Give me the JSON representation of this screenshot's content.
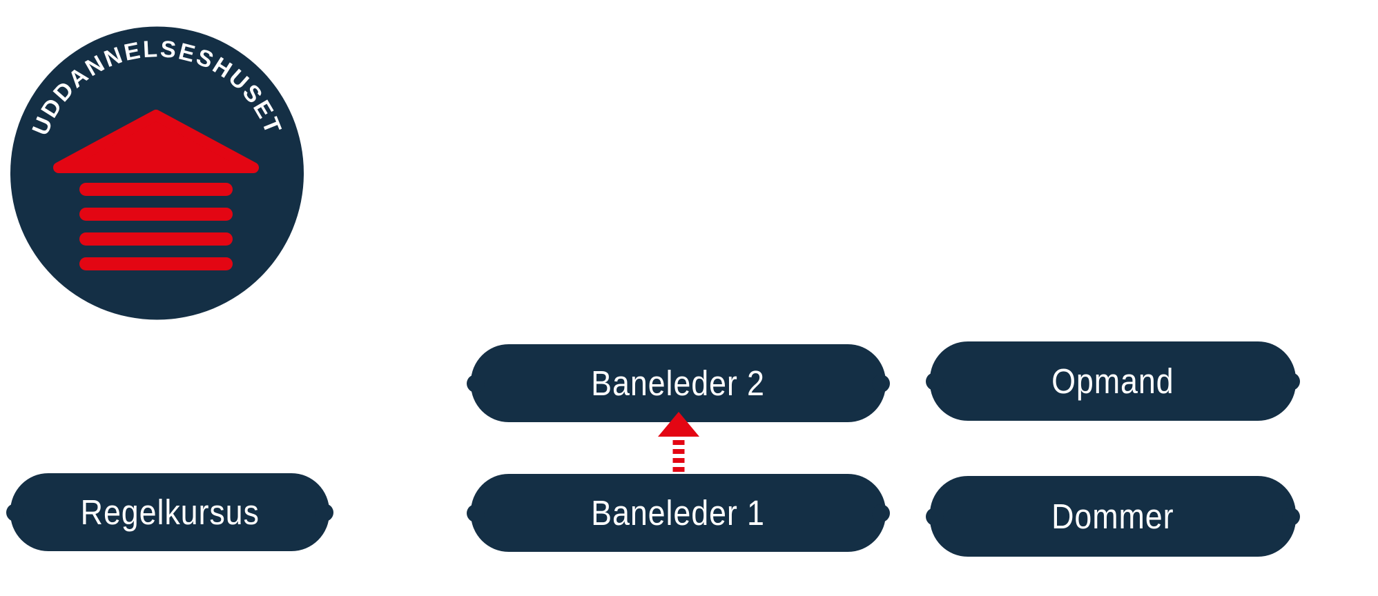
{
  "logo": {
    "text": "UDDANNELSESHUSET",
    "icon": "house-icon"
  },
  "colors": {
    "navy": "#142F45",
    "red": "#E30613",
    "text_white": "#FFFFFF",
    "background": "#FFFFFF"
  },
  "nodes": {
    "baneleder2": {
      "label": "Baneleder 2"
    },
    "opmand": {
      "label": "Opmand"
    },
    "regelkursus": {
      "label": "Regelkursus"
    },
    "baneleder1": {
      "label": "Baneleder 1"
    },
    "dommer": {
      "label": "Dommer"
    }
  },
  "connector": {
    "from": "Baneleder 1",
    "to": "Baneleder 2",
    "style": "dashed",
    "direction": "up",
    "color": "#E30613"
  }
}
